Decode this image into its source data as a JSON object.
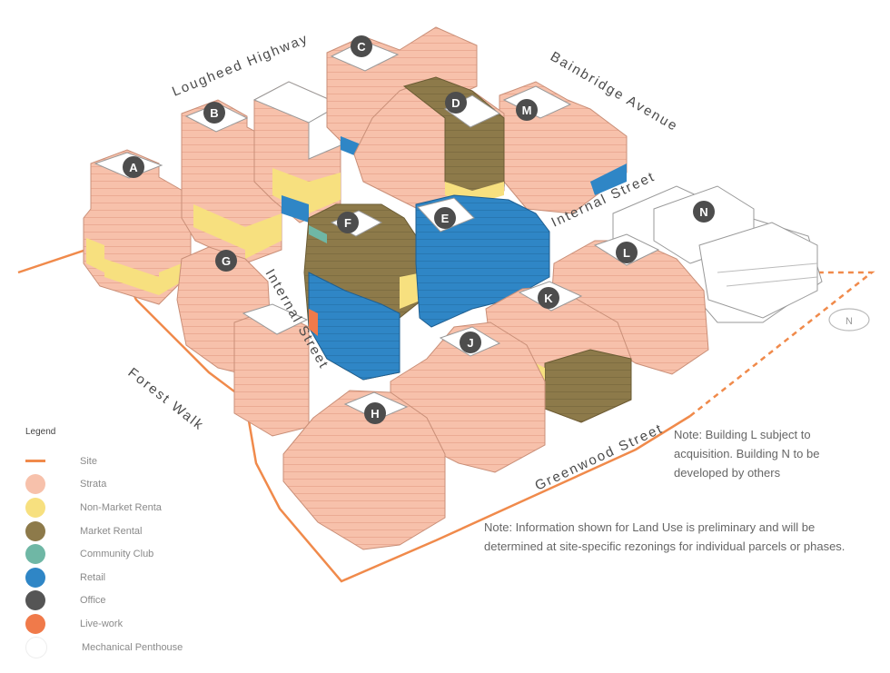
{
  "streets": {
    "lougheed": "Lougheed Highway",
    "bainbridge": "Bainbridge Avenue",
    "internal_ne": "Internal Street",
    "internal_center": "Internal Street",
    "forest": "Forest Walk",
    "greenwood": "Greenwood Street"
  },
  "buildings": [
    "A",
    "B",
    "C",
    "D",
    "E",
    "F",
    "G",
    "H",
    "J",
    "K",
    "L",
    "M",
    "N"
  ],
  "north_label": "N",
  "legend": {
    "title": "Legend",
    "items": [
      {
        "label": "Site",
        "color": "#f08a4b",
        "kind": "line"
      },
      {
        "label": "Strata",
        "color": "#f7c1ab",
        "kind": "dot"
      },
      {
        "label": "Non-Market Renta",
        "color": "#f7e07f",
        "kind": "dot"
      },
      {
        "label": "Market Rental",
        "color": "#8d7a4a",
        "kind": "dot"
      },
      {
        "label": "Community Club",
        "color": "#6fb7a5",
        "kind": "dot"
      },
      {
        "label": "Retail",
        "color": "#2f86c6",
        "kind": "dot"
      },
      {
        "label": "Office",
        "color": "#555555",
        "kind": "dot"
      },
      {
        "label": "Live-work",
        "color": "#f07a4a",
        "kind": "dot"
      },
      {
        "label": "Mechanical Penthouse",
        "color": "#ffffff",
        "kind": "dot"
      }
    ]
  },
  "notes": {
    "note1": "Note: Building L subject to acquisition. Building N to be developed by others",
    "note2": "Note: Information shown for Land Use is preliminary and will be determined at site-specific rezonings for individual parcels or phases."
  },
  "colors": {
    "strata": "#f7c1ab",
    "non_market": "#f7e07f",
    "market": "#8d7a4a",
    "retail": "#2f86c6",
    "site": "#f08a4b",
    "label_circle": "#4d4d4d"
  }
}
